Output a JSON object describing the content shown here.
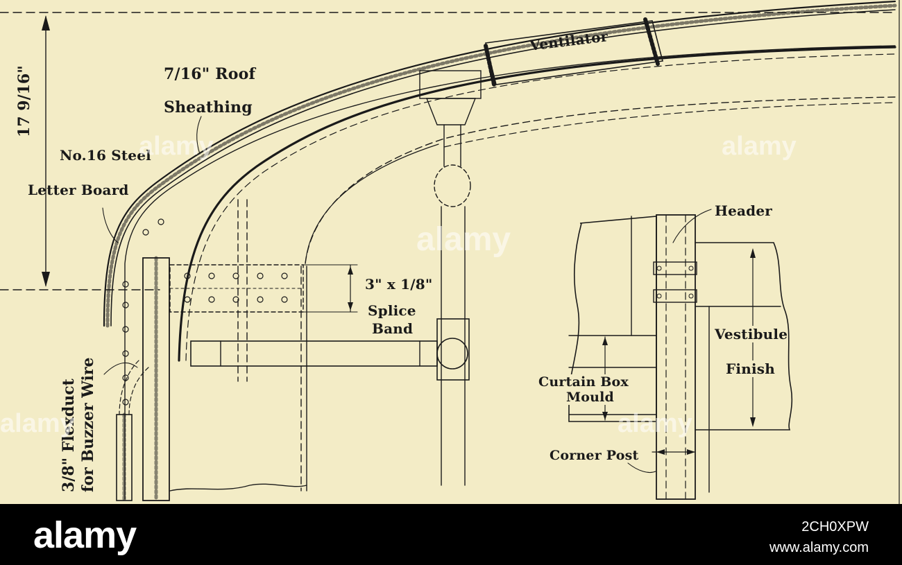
{
  "drawing": {
    "labels": {
      "dimension_height": "17 9/16\"",
      "roof_sheathing": "7/16\" Roof Sheathing",
      "roof_sheathing_line1": "7/16\" Roof",
      "roof_sheathing_line2": "Sheathing",
      "steel_plate": "No.16 Steel",
      "letter_board": "Letter Board",
      "ventilator": "Ventilator",
      "header": "Header",
      "splice_band_size": "3\" x 1/8\"",
      "splice_band_line1": "Splice",
      "splice_band_line2": "Band",
      "vestibule_line1": "Vestibule",
      "vestibule_line2": "Finish",
      "curtain_box_line1": "Curtain Box",
      "curtain_box_line2": "Mould",
      "corner_post": "Corner Post",
      "flexduct_line1": "3/8\" Flexduct",
      "flexduct_line2": "for Buzzer Wire"
    },
    "colors": {
      "paper": "#f3ecc6",
      "ink": "#1a1a1a"
    }
  },
  "watermark": {
    "text": "alamy"
  },
  "footer": {
    "logo": "alamy",
    "image_id": "2CH0XPW",
    "site": "www.alamy.com"
  }
}
